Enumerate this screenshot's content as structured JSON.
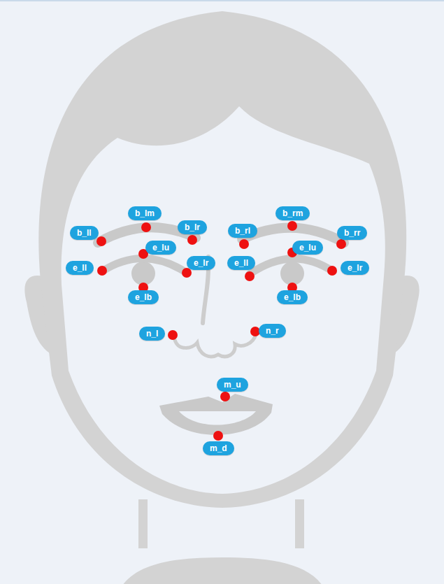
{
  "diagram": {
    "nodes": [
      {
        "text": [
          "b_lm"
        ]
      },
      {
        "text": [
          "b_rm"
        ]
      },
      {
        "text": [
          "b_lr"
        ]
      },
      {
        "text": [
          "b_rl"
        ]
      },
      {
        "text": [
          "b_ll"
        ]
      },
      {
        "text": [
          "b_rr"
        ]
      },
      {
        "text": [
          "e_lu"
        ]
      },
      {
        "text": [
          "e_lu"
        ]
      },
      {
        "text": [
          "e_lr"
        ]
      },
      {
        "text": [
          "e_ll"
        ]
      },
      {
        "text": [
          "e_ll"
        ]
      },
      {
        "text": [
          "e_lr"
        ]
      },
      {
        "text": [
          "e_lb"
        ]
      },
      {
        "text": [
          "e_lb"
        ]
      },
      {
        "text": [
          "n_r"
        ]
      },
      {
        "text": [
          "n_l"
        ]
      },
      {
        "text": [
          "m_u"
        ]
      },
      {
        "text": [
          "m_d"
        ]
      }
    ]
  }
}
